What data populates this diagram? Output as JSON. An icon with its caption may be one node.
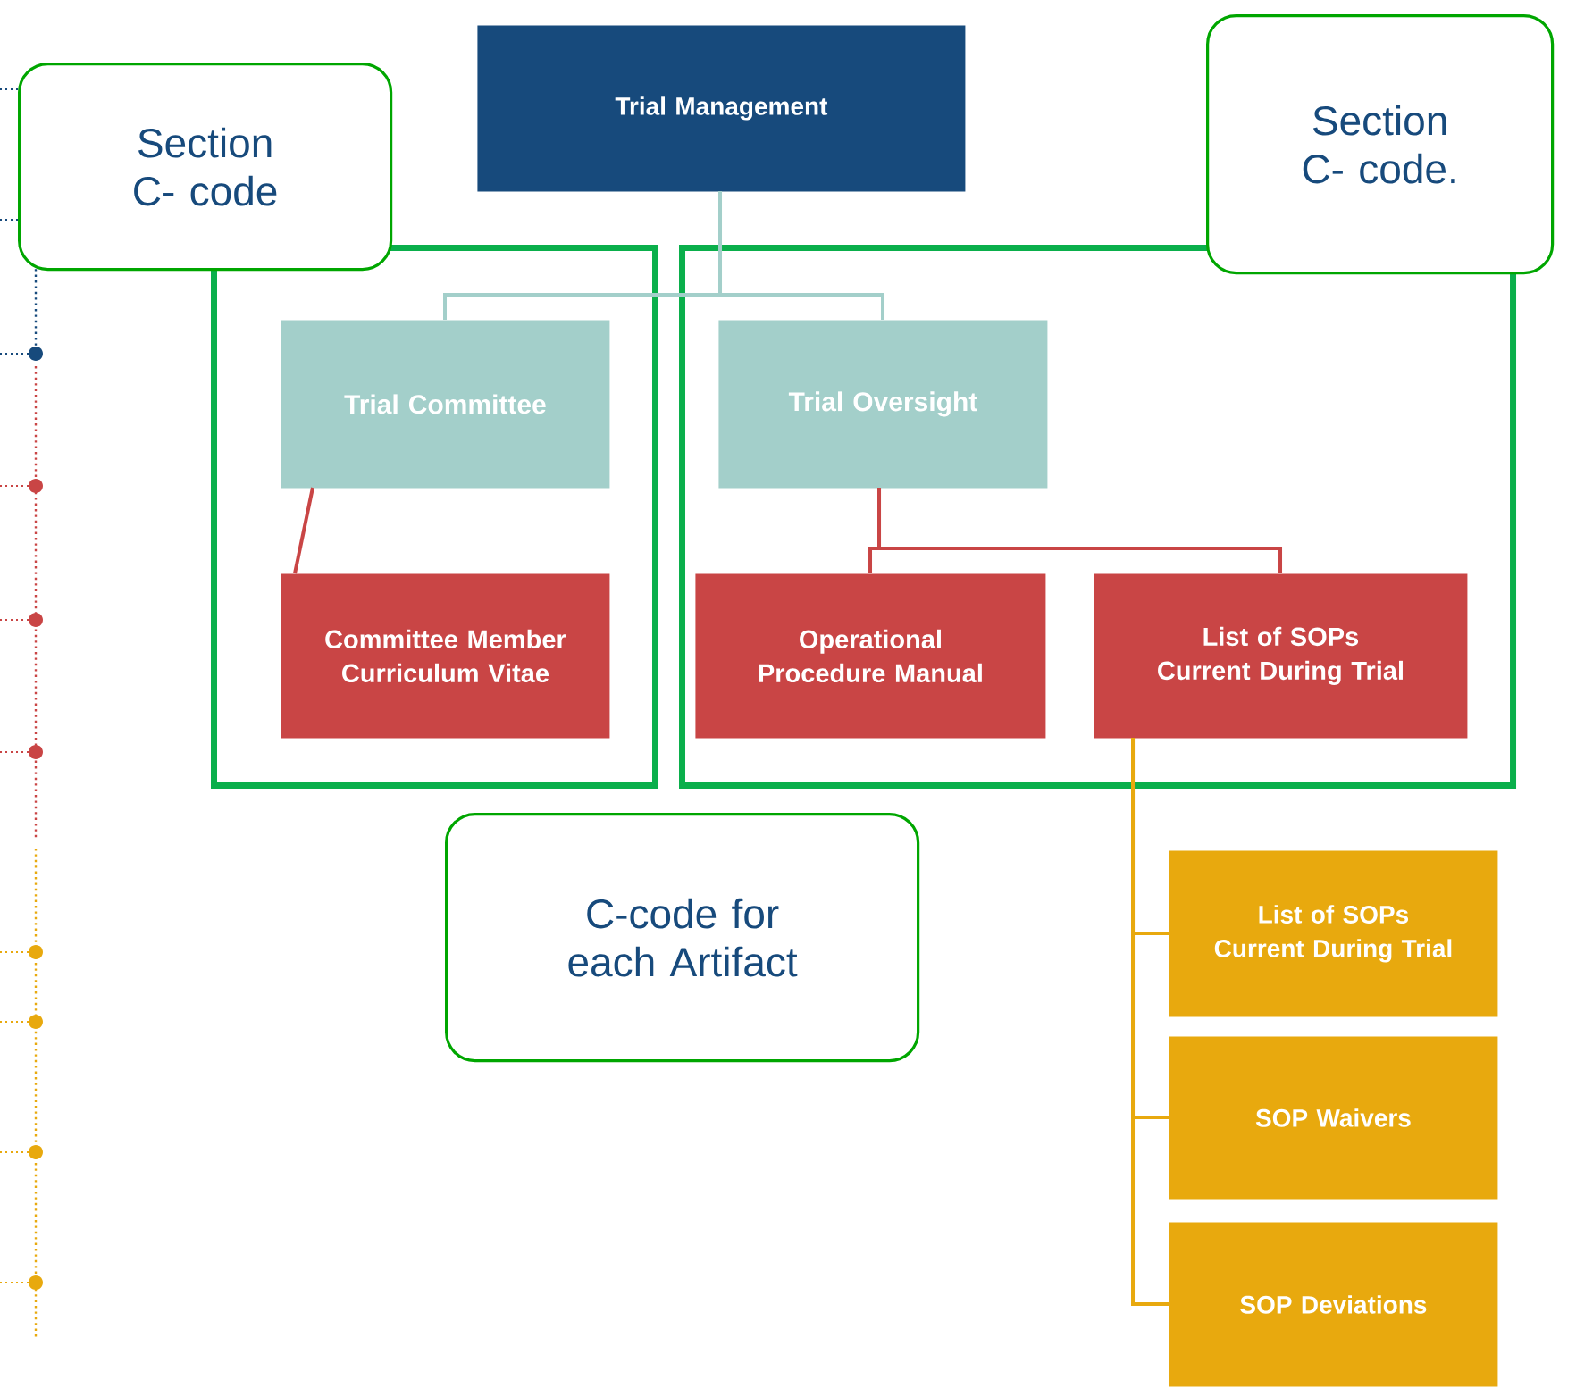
{
  "diagram": {
    "nodes": [
      {
        "text": [
          "Section C- code"
        ]
      },
      {
        "text": [
          "Trial Management"
        ]
      },
      {
        "text": [
          "Section C- code."
        ]
      },
      {
        "text": [],
        "shape": "box"
      },
      {
        "text": [
          "Trial Committee"
        ],
        "in": 3
      },
      {
        "text": [
          "Committee Member Curriculum Vitae"
        ],
        "in": 3
      },
      {
        "text": [],
        "shape": "box"
      },
      {
        "text": [
          "Trial Oversight"
        ],
        "in": 6
      },
      {
        "text": [
          "Operational Procedure Manual"
        ],
        "in": 6
      },
      {
        "text": [
          "List of SOPs Current During Trial"
        ],
        "in": 6
      },
      {
        "text": [
          "C-code for each Artifact"
        ]
      },
      {
        "text": [
          "List of SOPs Current During Trial"
        ]
      },
      {
        "text": [
          "SOP Waivers"
        ]
      },
      {
        "text": [
          "SOP Deviations"
        ]
      }
    ],
    "edges": [
      {
        "from": 1,
        "to": 4,
        "arrow": "none",
        "color": "#a3cfca"
      },
      {
        "from": 1,
        "to": 7,
        "arrow": "none",
        "color": "#a3cfca"
      },
      {
        "from": 4,
        "to": 5,
        "arrow": "none",
        "color": "#c94545"
      },
      {
        "from": 7,
        "to": 8,
        "arrow": "none",
        "color": "#c94545"
      },
      {
        "from": 7,
        "to": 9,
        "arrow": "none",
        "color": "#c94545"
      },
      {
        "from": 9,
        "to": 11,
        "arrow": "none",
        "color": "#e8a90e"
      },
      {
        "from": 9,
        "to": 12,
        "arrow": "none",
        "color": "#e8a90e"
      },
      {
        "from": 9,
        "to": 13,
        "arrow": "none",
        "color": "#e8a90e"
      }
    ]
  }
}
